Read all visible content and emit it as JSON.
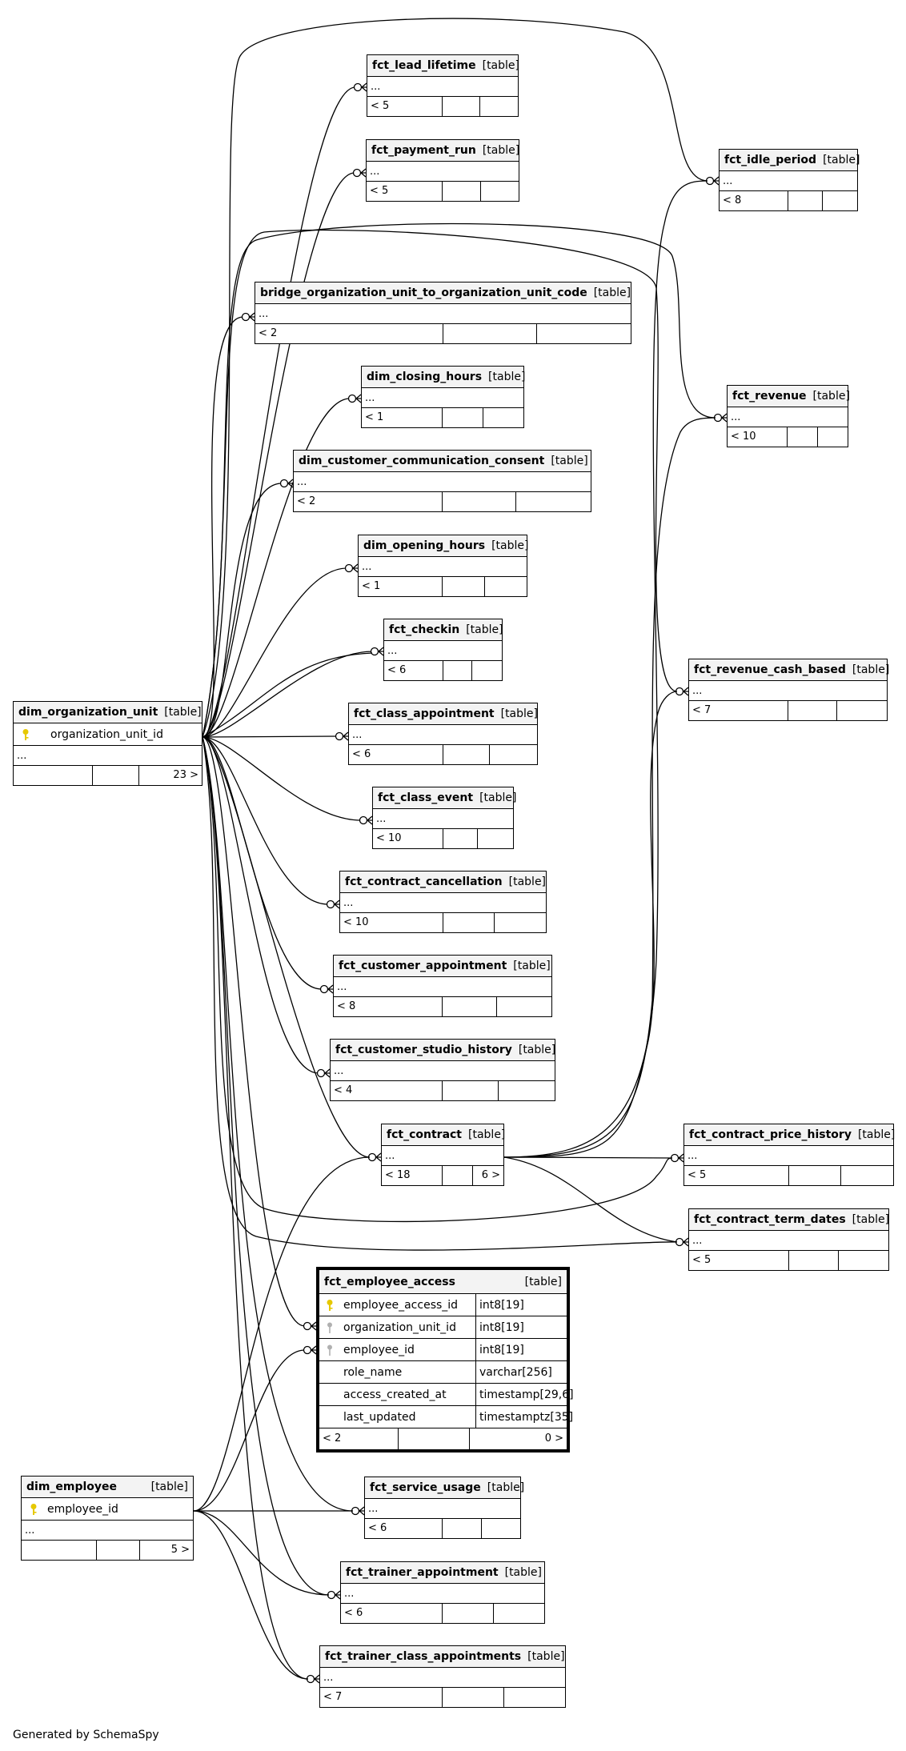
{
  "diagram": {
    "footer": "Generated by SchemaSpy",
    "tables": {
      "fct_lead_lifetime": {
        "name": "fct_lead_lifetime",
        "type": "[table]",
        "cols": "...",
        "parents": "< 5",
        "children": ""
      },
      "fct_payment_run": {
        "name": "fct_payment_run",
        "type": "[table]",
        "cols": "...",
        "parents": "< 5",
        "children": ""
      },
      "fct_idle_period": {
        "name": "fct_idle_period",
        "type": "[table]",
        "cols": "...",
        "parents": "< 8",
        "children": ""
      },
      "bridge_org": {
        "name": "bridge_organization_unit_to_organization_unit_code",
        "type": "[table]",
        "cols": "...",
        "parents": "< 2",
        "children": ""
      },
      "dim_closing_hours": {
        "name": "dim_closing_hours",
        "type": "[table]",
        "cols": "...",
        "parents": "< 1",
        "children": ""
      },
      "fct_revenue": {
        "name": "fct_revenue",
        "type": "[table]",
        "cols": "...",
        "parents": "< 10",
        "children": ""
      },
      "dim_ccc": {
        "name": "dim_customer_communication_consent",
        "type": "[table]",
        "cols": "...",
        "parents": "< 2",
        "children": ""
      },
      "dim_opening_hours": {
        "name": "dim_opening_hours",
        "type": "[table]",
        "cols": "...",
        "parents": "< 1",
        "children": ""
      },
      "fct_checkin": {
        "name": "fct_checkin",
        "type": "[table]",
        "cols": "...",
        "parents": "< 6",
        "children": ""
      },
      "fct_revenue_cash_based": {
        "name": "fct_revenue_cash_based",
        "type": "[table]",
        "cols": "...",
        "parents": "< 7",
        "children": ""
      },
      "fct_class_appointment": {
        "name": "fct_class_appointment",
        "type": "[table]",
        "cols": "...",
        "parents": "< 6",
        "children": ""
      },
      "fct_class_event": {
        "name": "fct_class_event",
        "type": "[table]",
        "cols": "...",
        "parents": "< 10",
        "children": ""
      },
      "fct_contract_cancellation": {
        "name": "fct_contract_cancellation",
        "type": "[table]",
        "cols": "...",
        "parents": "< 10",
        "children": ""
      },
      "fct_customer_appointment": {
        "name": "fct_customer_appointment",
        "type": "[table]",
        "cols": "...",
        "parents": "< 8",
        "children": ""
      },
      "fct_customer_studio_history": {
        "name": "fct_customer_studio_history",
        "type": "[table]",
        "cols": "...",
        "parents": "< 4",
        "children": ""
      },
      "fct_contract": {
        "name": "fct_contract",
        "type": "[table]",
        "cols": "...",
        "parents": "< 18",
        "children": "6 >"
      },
      "fct_contract_price_history": {
        "name": "fct_contract_price_history",
        "type": "[table]",
        "cols": "...",
        "parents": "< 5",
        "children": ""
      },
      "fct_contract_term_dates": {
        "name": "fct_contract_term_dates",
        "type": "[table]",
        "cols": "...",
        "parents": "< 5",
        "children": ""
      },
      "fct_service_usage": {
        "name": "fct_service_usage",
        "type": "[table]",
        "cols": "...",
        "parents": "< 6",
        "children": ""
      },
      "fct_trainer_appointment": {
        "name": "fct_trainer_appointment",
        "type": "[table]",
        "cols": "...",
        "parents": "< 6",
        "children": ""
      },
      "fct_trainer_class_appointments": {
        "name": "fct_trainer_class_appointments",
        "type": "[table]",
        "cols": "...",
        "parents": "< 7",
        "children": ""
      }
    },
    "dim_organization_unit": {
      "name": "dim_organization_unit",
      "type": "[table]",
      "pk": "organization_unit_id",
      "cols": "...",
      "children": "23 >"
    },
    "dim_employee": {
      "name": "dim_employee",
      "type": "[table]",
      "pk": "employee_id",
      "cols": "...",
      "children": "5 >"
    },
    "fct_employee_access": {
      "name": "fct_employee_access",
      "type": "[table]",
      "parents": "< 2",
      "children": "0 >",
      "columns": [
        {
          "name": "employee_access_id",
          "type": "int8[19]",
          "key": "pk"
        },
        {
          "name": "organization_unit_id",
          "type": "int8[19]",
          "key": "fk"
        },
        {
          "name": "employee_id",
          "type": "int8[19]",
          "key": "fk"
        },
        {
          "name": "role_name",
          "type": "varchar[256]",
          "key": ""
        },
        {
          "name": "access_created_at",
          "type": "timestamp[29,6]",
          "key": ""
        },
        {
          "name": "last_updated",
          "type": "timestamptz[35]",
          "key": ""
        }
      ]
    },
    "colors": {
      "pk_key": "#e6c800",
      "fk_key": "#b0b0b0",
      "header_bg": "#f3f3f3"
    }
  }
}
